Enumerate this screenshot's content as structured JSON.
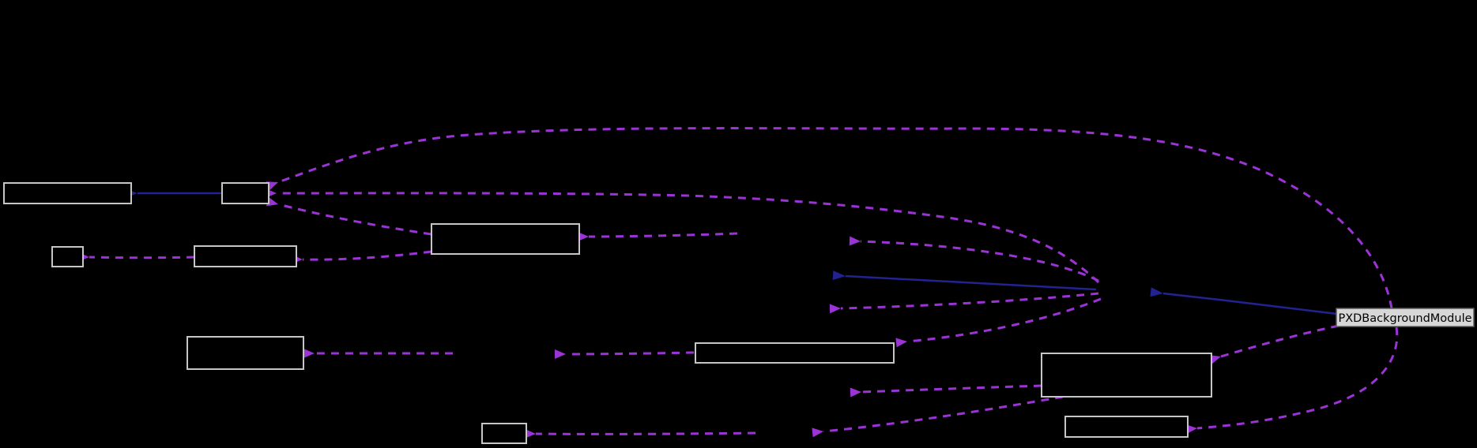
{
  "diagram": {
    "type": "collaboration-graph",
    "main_node_label": "PXDBackgroundModule",
    "unlabeled_box_count": 10,
    "edge_counts": {
      "dashed_usage_edges": 16,
      "solid_inheritance_edges": 3
    }
  },
  "colors": {
    "background": "#000000",
    "node_border": "#c6c6c6",
    "node_fill": "#000000",
    "main_node_fill": "#d7d7d7",
    "main_node_border": "#5a5a5a",
    "main_node_text": "#000000",
    "usage_edge": "#9c33d6",
    "inheritance_edge": "#222291"
  }
}
